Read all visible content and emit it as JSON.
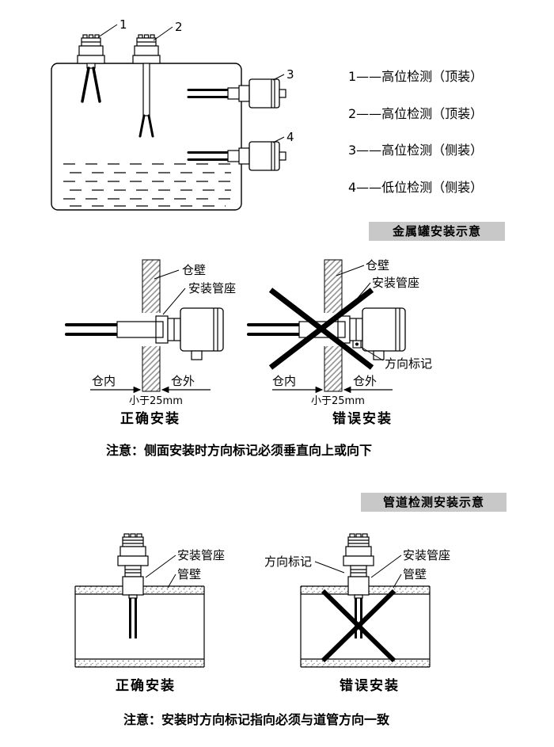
{
  "colors": {
    "badge_bg": "#c8c8c8",
    "ink": "#000000"
  },
  "tank_diagram": {
    "callouts": {
      "c1": "1",
      "c2": "2",
      "c3": "3",
      "c4": "4"
    },
    "legend": [
      "1——高位检测（顶装）",
      "2——高位检测（顶装）",
      "3——高位检测（侧装）",
      "4——低位检测（侧装）"
    ],
    "badge": "金属罐安装示意"
  },
  "side_mount": {
    "left": {
      "wall": "仓壁",
      "socket": "安装管座",
      "inside": "仓内",
      "outside": "仓外",
      "gap": "小于25mm",
      "caption": "正确安装"
    },
    "right": {
      "wall": "仓壁",
      "socket": "安装管座",
      "direction": "方向标记",
      "inside": "仓内",
      "outside": "仓外",
      "gap": "小于25mm",
      "caption": "错误安装"
    },
    "note": "注意：侧面安装时方向标记必须垂直向上或向下"
  },
  "pipe_mount": {
    "badge": "管道检测安装示意",
    "left": {
      "socket": "安装管座",
      "wall": "管壁",
      "caption": "正确安装"
    },
    "right": {
      "direction": "方向标记",
      "socket": "安装管座",
      "wall": "管壁",
      "caption": "错误安装"
    },
    "note": "注意：安装时方向标记指向必须与道管方向一致"
  }
}
